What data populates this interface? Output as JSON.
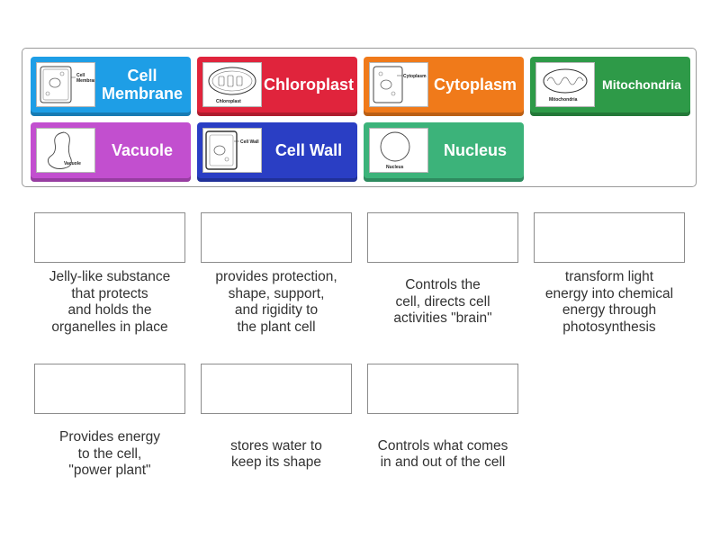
{
  "tiles": [
    {
      "label": "Cell\nMembrane",
      "color": "#1e9ee6",
      "thumb_text": "Cell\nMembrane",
      "icon": "cell-membrane-diagram-icon"
    },
    {
      "label": "Chloroplast",
      "color": "#e0243c",
      "thumb_text": "Chloroplast",
      "icon": "chloroplast-diagram-icon"
    },
    {
      "label": "Cytoplasm",
      "color": "#f07a1a",
      "thumb_text": "Cytoplasm",
      "icon": "cytoplasm-diagram-icon"
    },
    {
      "label": "Mitochondria",
      "color": "#2e9a48",
      "thumb_text": "Mitochondria",
      "icon": "mitochondria-diagram-icon"
    },
    {
      "label": "Vacuole",
      "color": "#c24fcf",
      "thumb_text": "Vacuole",
      "icon": "vacuole-diagram-icon"
    },
    {
      "label": "Cell Wall",
      "color": "#2a3ec4",
      "thumb_text": "Cell Wall",
      "icon": "cell-wall-diagram-icon"
    },
    {
      "label": "Nucleus",
      "color": "#3cb37a",
      "thumb_text": "Nucleus",
      "icon": "nucleus-diagram-icon"
    }
  ],
  "descriptions": [
    "Jelly-like substance\nthat protects\nand holds the\norganelles in place",
    "provides protection,\nshape, support,\nand rigidity to\nthe plant cell",
    "Controls the\ncell, directs cell\nactivities \"brain\"",
    "transform light\nenergy into chemical\nenergy through\nphotosynthesis",
    "Provides energy\nto the cell,\n\"power plant\"",
    "stores water to\nkeep its shape",
    "Controls what comes\nin and out of the cell"
  ]
}
